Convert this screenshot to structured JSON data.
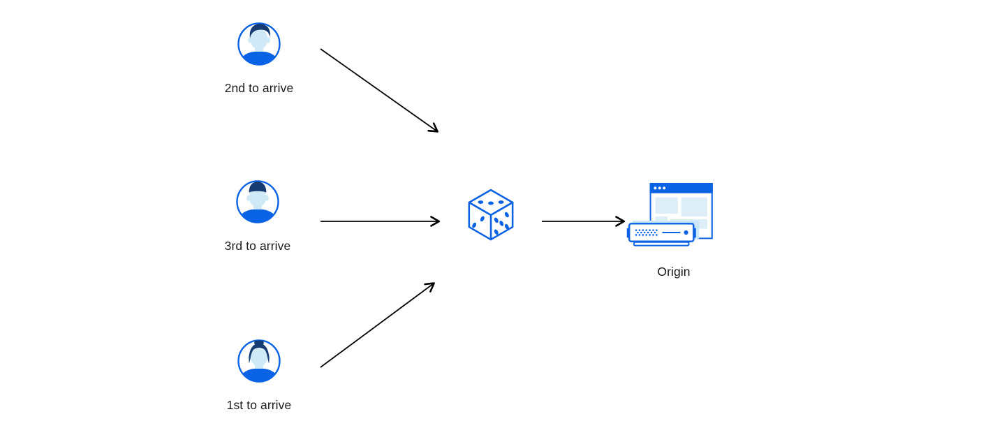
{
  "diagram": {
    "users": [
      {
        "label": "2nd to arrive",
        "icon": "man-swoop-hair-avatar-icon"
      },
      {
        "label": "3rd to arrive",
        "icon": "man-short-hair-avatar-icon"
      },
      {
        "label": "1st to arrive",
        "icon": "woman-bun-avatar-icon"
      }
    ],
    "router": {
      "icon": "dice-icon"
    },
    "origin": {
      "label": "Origin",
      "icon": "browser-window-server-icon"
    },
    "arrows": [
      {
        "from": "user-2nd",
        "to": "dice"
      },
      {
        "from": "user-3rd",
        "to": "dice"
      },
      {
        "from": "user-1st",
        "to": "dice"
      },
      {
        "from": "dice",
        "to": "origin"
      }
    ]
  },
  "colors": {
    "primary_blue": "#0a62e4",
    "dark_navy_hair": "#173c72",
    "face_light_blue": "#cfe9f6",
    "pale_block_blue": "#ddeef8",
    "server_glow_blue": "#c8e6f7",
    "arrow_black": "#000000",
    "text": "#1a1a1a",
    "background": "#ffffff"
  }
}
